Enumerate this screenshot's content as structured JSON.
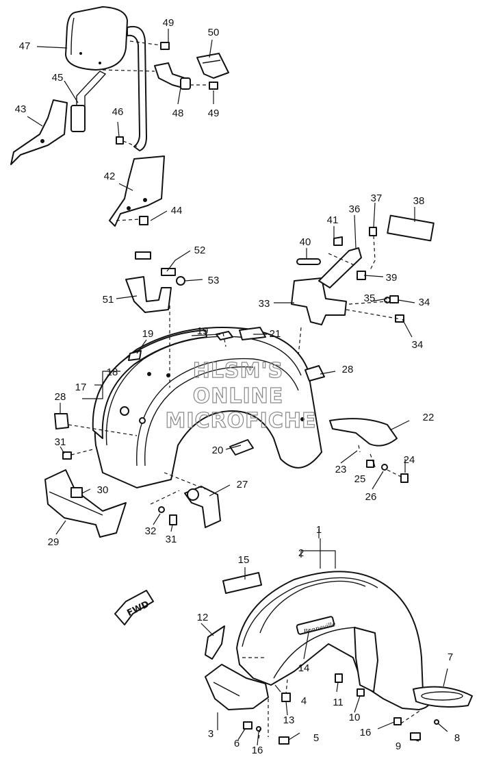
{
  "watermark": {
    "line1": "HLSM'S",
    "line2": "ONLINE",
    "line3": "MICROFICHE"
  },
  "direction_tag": "FWD",
  "emblem_script": "Bonneville",
  "callouts": [
    "1",
    "2",
    "3",
    "4",
    "5",
    "6",
    "7",
    "8",
    "9",
    "10",
    "11",
    "12",
    "13",
    "14",
    "15",
    "16",
    "16",
    "17",
    "18",
    "19",
    "19",
    "20",
    "21",
    "22",
    "23",
    "24",
    "25",
    "26",
    "27",
    "28",
    "28",
    "29",
    "30",
    "31",
    "31",
    "32",
    "33",
    "34",
    "34",
    "35",
    "36",
    "37",
    "38",
    "39",
    "40",
    "41",
    "42",
    "43",
    "44",
    "45",
    "46",
    "47",
    "48",
    "49",
    "49",
    "50",
    "51",
    "52",
    "53"
  ]
}
